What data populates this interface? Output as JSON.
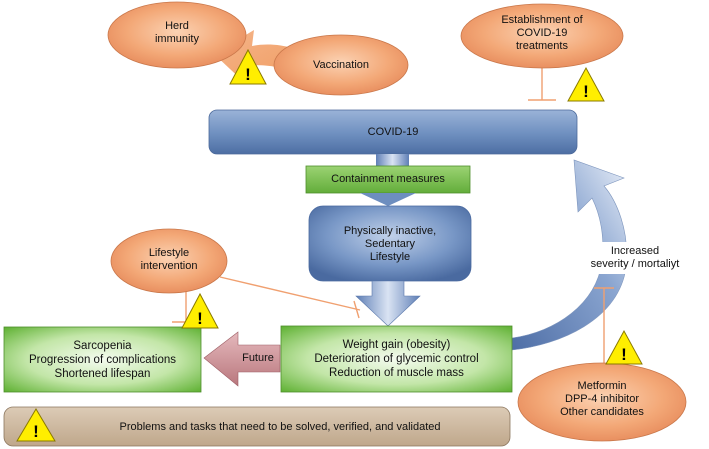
{
  "nodes": {
    "herd_immunity": "Herd\nimmunity",
    "vaccination": "Vaccination",
    "treatments": "Establishment of\nCOVID-19\ntreatments",
    "covid": "COVID-19",
    "containment": "Containment measures",
    "inactive": "Physically inactive,\nSedentary\nLifestyle",
    "lifestyle_intervention": "Lifestyle\nintervention",
    "weight_gain": "Weight gain (obesity)\nDeterioration of glycemic control\nReduction of muscle mass",
    "sarcopenia": "Sarcopenia\nProgression of complications\nShortened lifespan",
    "future": "Future",
    "severity": "Increased\nseverity / mortaliyt",
    "drugs": "Metformin\nDPP-4 inhibitor\nOther candidates"
  },
  "legend": {
    "problems": "Problems and tasks that need to be solved, verified, and validated"
  },
  "warning_icon": "warning-triangle-icon",
  "warning_glyph": "!",
  "colors": {
    "ellipse_orange": "#f0a77a",
    "blue_box": "#6e8fbf",
    "green_box": "#7dc24b",
    "light_green": "#d6efc4",
    "warning_yellow": "#ffee00",
    "tan_box": "#c9b49a",
    "future_arrow": "#c98a8f",
    "inhibit_line": "#f0a070"
  }
}
